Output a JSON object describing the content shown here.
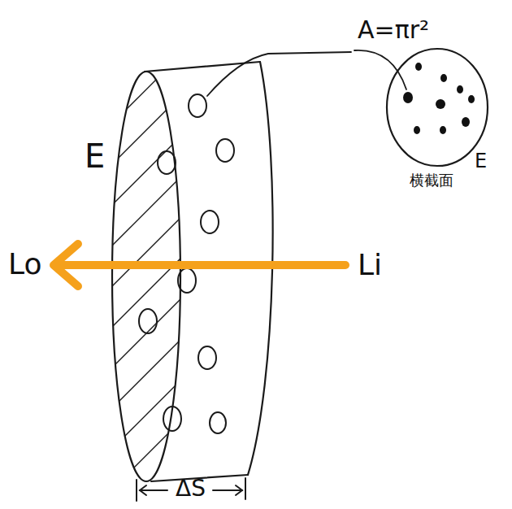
{
  "diagram": {
    "labels": [
      "A=πr²",
      "E",
      "E",
      "横截面",
      "Lo",
      "Li",
      "ΔS"
    ]
  }
}
